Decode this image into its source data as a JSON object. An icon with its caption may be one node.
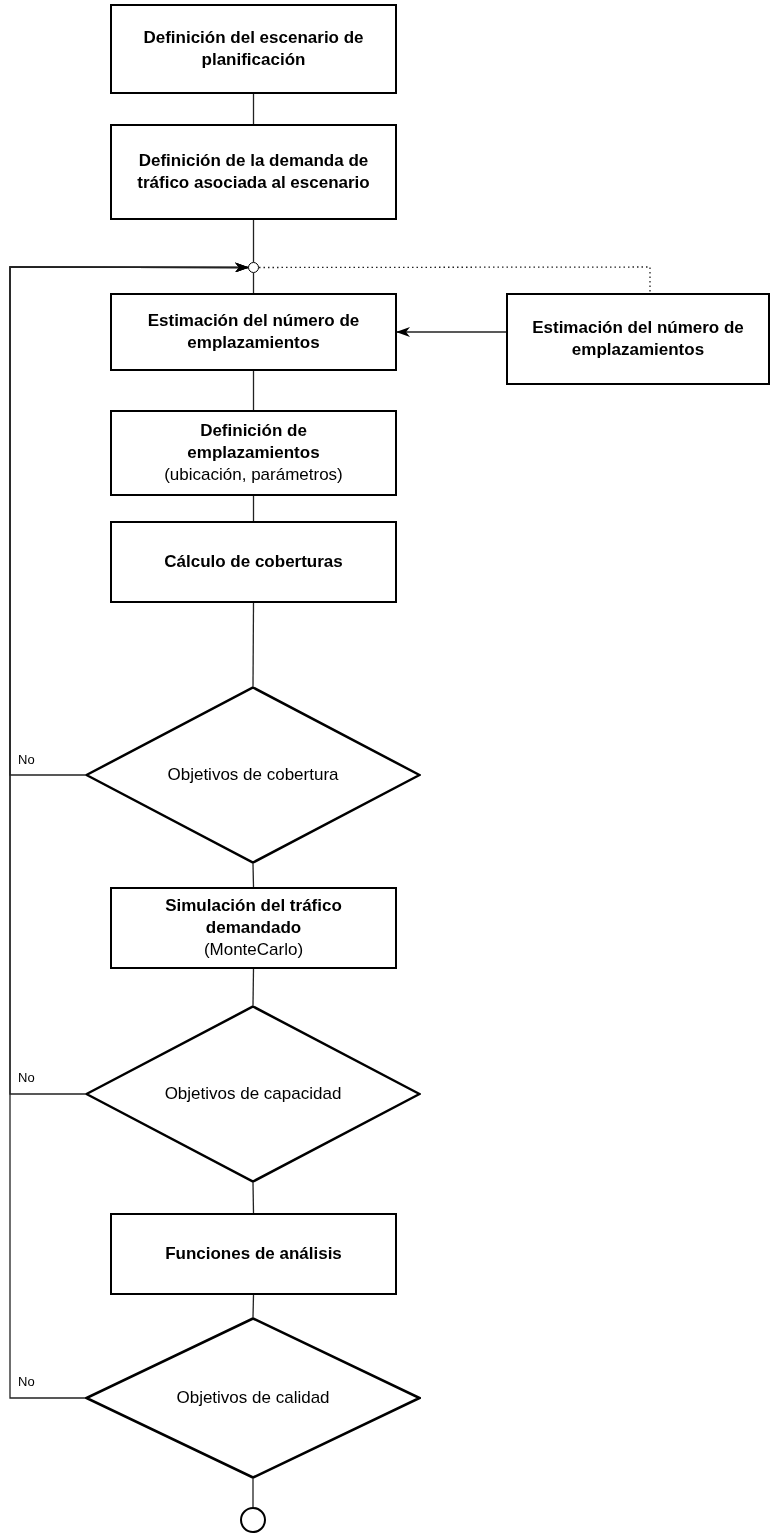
{
  "diagram": {
    "nodes": [
      {
        "text": [
          "Definición del escenario de planificación"
        ]
      },
      {
        "text": [
          "Definición de la demanda de tráfico asociada al escenario"
        ]
      },
      {
        "text": [],
        "shape": "circle"
      },
      {
        "text": [
          "Estimación del número de emplazamientos"
        ]
      },
      {
        "text": [
          "Estimación del número de emplazamientos"
        ]
      },
      {
        "text": [
          "Definición de emplazamientos",
          "(ubicación, parámetros)"
        ]
      },
      {
        "text": [
          "Cálculo de coberturas"
        ]
      },
      {
        "text": [
          "Objetivos de cobertura"
        ]
      },
      {
        "text": [
          "Simulación del tráfico demandado",
          "(MonteCarlo)"
        ]
      },
      {
        "text": [
          "Objetivos de capacidad"
        ]
      },
      {
        "text": [
          "Funciones de análisis"
        ]
      },
      {
        "text": [
          "Objetivos de calidad"
        ]
      },
      {
        "text": [],
        "shape": "circle"
      }
    ],
    "edges": [
      {
        "from": 0,
        "to": 1,
        "arrow": "none"
      },
      {
        "from": 1,
        "to": 2,
        "arrow": "none"
      },
      {
        "from": 2,
        "to": 3,
        "arrow": "none"
      },
      {
        "from": 3,
        "to": 5,
        "arrow": "none"
      },
      {
        "from": 5,
        "to": 6,
        "arrow": "none"
      },
      {
        "from": 6,
        "to": 7,
        "arrow": "none"
      },
      {
        "from": 7,
        "to": 8,
        "arrow": "none"
      },
      {
        "from": 8,
        "to": 9,
        "arrow": "none"
      },
      {
        "from": 9,
        "to": 10,
        "arrow": "none"
      },
      {
        "from": 10,
        "to": 11,
        "arrow": "none"
      },
      {
        "from": 11,
        "to": 12,
        "arrow": "none"
      },
      {
        "from": 7,
        "to": 2,
        "arrow": "to",
        "label": "No"
      },
      {
        "from": 9,
        "to": 2,
        "arrow": "to",
        "label": "No"
      },
      {
        "from": 11,
        "to": 2,
        "arrow": "to",
        "label": "No"
      },
      {
        "from": 4,
        "to": 3,
        "arrow": "to"
      },
      {
        "from": 2,
        "to": 4,
        "arrow": "none",
        "style": "dashed"
      }
    ]
  }
}
